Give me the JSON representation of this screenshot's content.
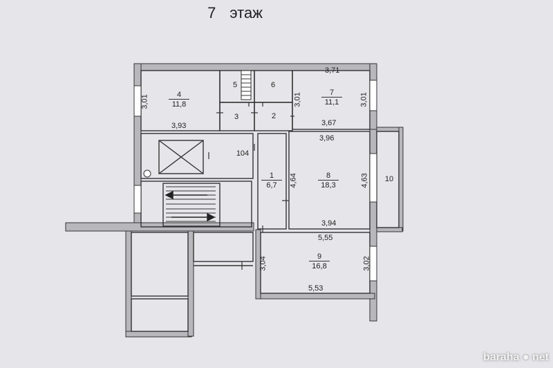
{
  "floor_title": "7   этаж",
  "watermark": "baraha ● net",
  "rooms": {
    "r1": {
      "num": "1",
      "area": "6,7"
    },
    "r2": {
      "num": "2"
    },
    "r3": {
      "num": "3"
    },
    "r4": {
      "num": "4",
      "area": "11,8"
    },
    "r5": {
      "num": "5"
    },
    "r6": {
      "num": "6"
    },
    "r7": {
      "num": "7",
      "area": "11,1"
    },
    "r8": {
      "num": "8",
      "area": "18,3"
    },
    "r9": {
      "num": "9",
      "area": "16,8"
    },
    "r10": {
      "num": "10"
    },
    "r104": {
      "num": "104"
    }
  },
  "dimensions": {
    "d_4_left": "3,01",
    "d_4_bottom": "3,93",
    "d_7_top": "3,71",
    "d_7_left": "3,01",
    "d_7_right": "3,01",
    "d_7_bottom": "3,67",
    "d_8_top": "3,96",
    "d_8_left": "4,64",
    "d_8_right": "4,63",
    "d_8_bottom": "3,94",
    "d_9_top": "5,55",
    "d_9_left": "3,04",
    "d_9_right": "3,02",
    "d_9_bottom": "5,53"
  },
  "colors": {
    "wall": "#b8b8bc",
    "wall_stroke": "#333333",
    "line": "#333333"
  }
}
